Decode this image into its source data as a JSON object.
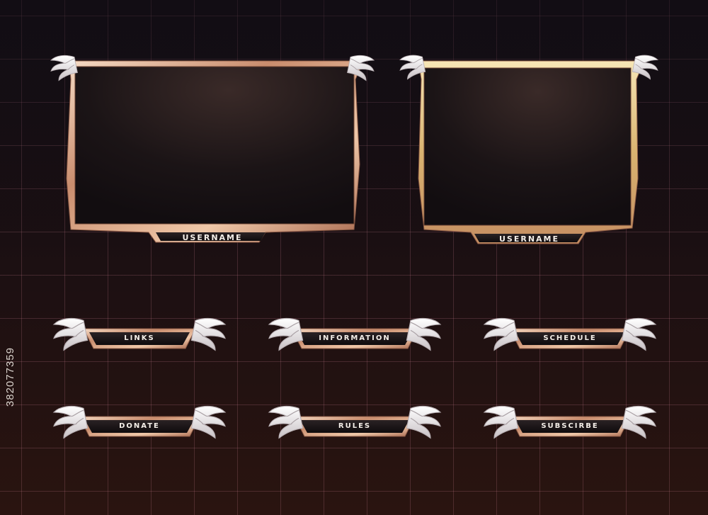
{
  "frames": [
    {
      "label": "USERNAME"
    },
    {
      "label": "USERNAME"
    }
  ],
  "panels": [
    {
      "label": "LINKS"
    },
    {
      "label": "INFORMATION"
    },
    {
      "label": "SCHEDULE"
    },
    {
      "label": "DONATE"
    },
    {
      "label": "RULES"
    },
    {
      "label": "SUBSCIRBE"
    }
  ],
  "watermark": {
    "id": "382077359"
  },
  "colors": {
    "rose_gold": "#d9a184",
    "gold": "#e6c98a",
    "screen": "#1b1416",
    "wing": "#ece8ea"
  }
}
